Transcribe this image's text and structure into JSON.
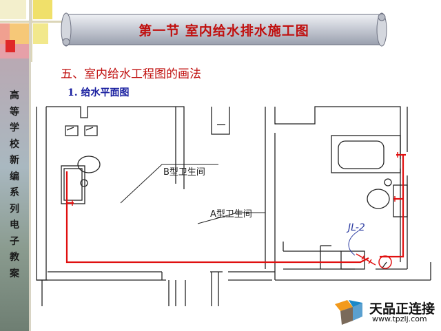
{
  "slide": {
    "title": "第一节    室内给水排水施工图",
    "section_heading": "五、室内给水工程图的画法",
    "sub_heading": "1.  给水平面图",
    "sidebar_chars": [
      "高",
      "等",
      "学",
      "校",
      "新",
      "编",
      "系",
      "列",
      "电",
      "子",
      "教",
      "案"
    ]
  },
  "plan": {
    "label_b": "B型卫生间",
    "label_a": "A型卫生间",
    "label_riser": "JL-2"
  },
  "watermark": {
    "name": "天品正连接",
    "url": "www.tpzlj.com"
  },
  "colors": {
    "title_red": "#c0100f",
    "pipe_red": "#e01010",
    "heading_blue": "#1a20a0",
    "annotation_blue": "#2a3aa0"
  }
}
